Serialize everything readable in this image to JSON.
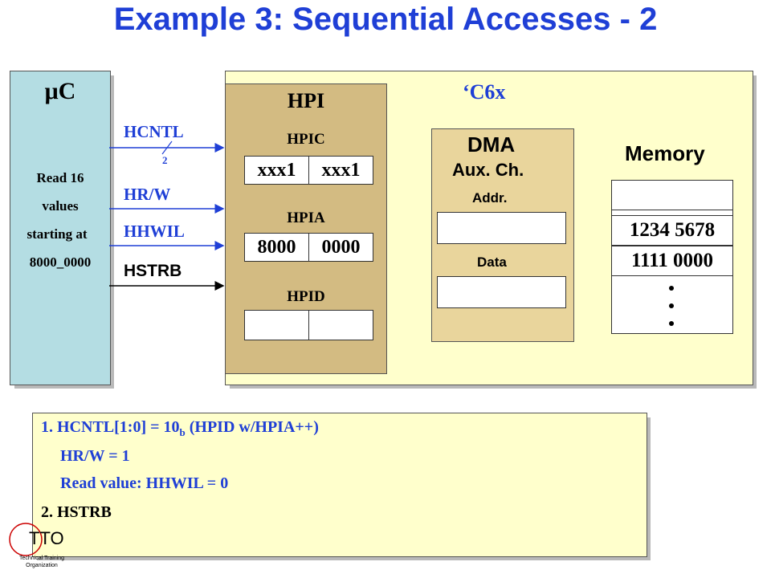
{
  "title": "Example 3: Sequential Accesses - 2",
  "microcontroller": {
    "label": "μC",
    "description": [
      "Read 16",
      "values",
      "starting at",
      "8000_0000"
    ]
  },
  "signals": [
    {
      "name": "HCNTL",
      "bus_width": "2"
    },
    {
      "name": "HR/W"
    },
    {
      "name": "HHWIL"
    },
    {
      "name": "HSTRB"
    }
  ],
  "c6x": {
    "label": "‘C6x",
    "hpi": {
      "label": "HPI",
      "hpic": {
        "label": "HPIC",
        "values": [
          "xxx1",
          "xxx1"
        ]
      },
      "hpia": {
        "label": "HPIA",
        "values": [
          "8000",
          "0000"
        ]
      },
      "hpid": {
        "label": "HPID",
        "values": [
          "",
          ""
        ]
      }
    },
    "dma": {
      "label": "DMA",
      "sublabel": "Aux. Ch.",
      "addr_label": "Addr.",
      "data_label": "Data"
    },
    "memory": {
      "label": "Memory",
      "cells": [
        "",
        "1234 5678",
        "1111 0000"
      ]
    }
  },
  "notes": {
    "line1_prefix": "1. HCNTL[1:0] = 10",
    "line1_sub": "b",
    "line1_suffix": " (HPID w/HPIA++)",
    "line2": "HR/W = 1",
    "line3": "Read value: HHWIL = 0",
    "line4": "2. HSTRB"
  },
  "logo": {
    "text": "TTO",
    "caption_line1": "Technical Training",
    "caption_line2": "Organization"
  },
  "colors": {
    "title": "#1f3fd6",
    "uc_fill": "#b4dde3",
    "c6x_fill": "#ffffcc",
    "hpi_fill": "#d3bb82",
    "dma_fill": "#e9d59c",
    "signal_text": "#1f3fd6"
  }
}
